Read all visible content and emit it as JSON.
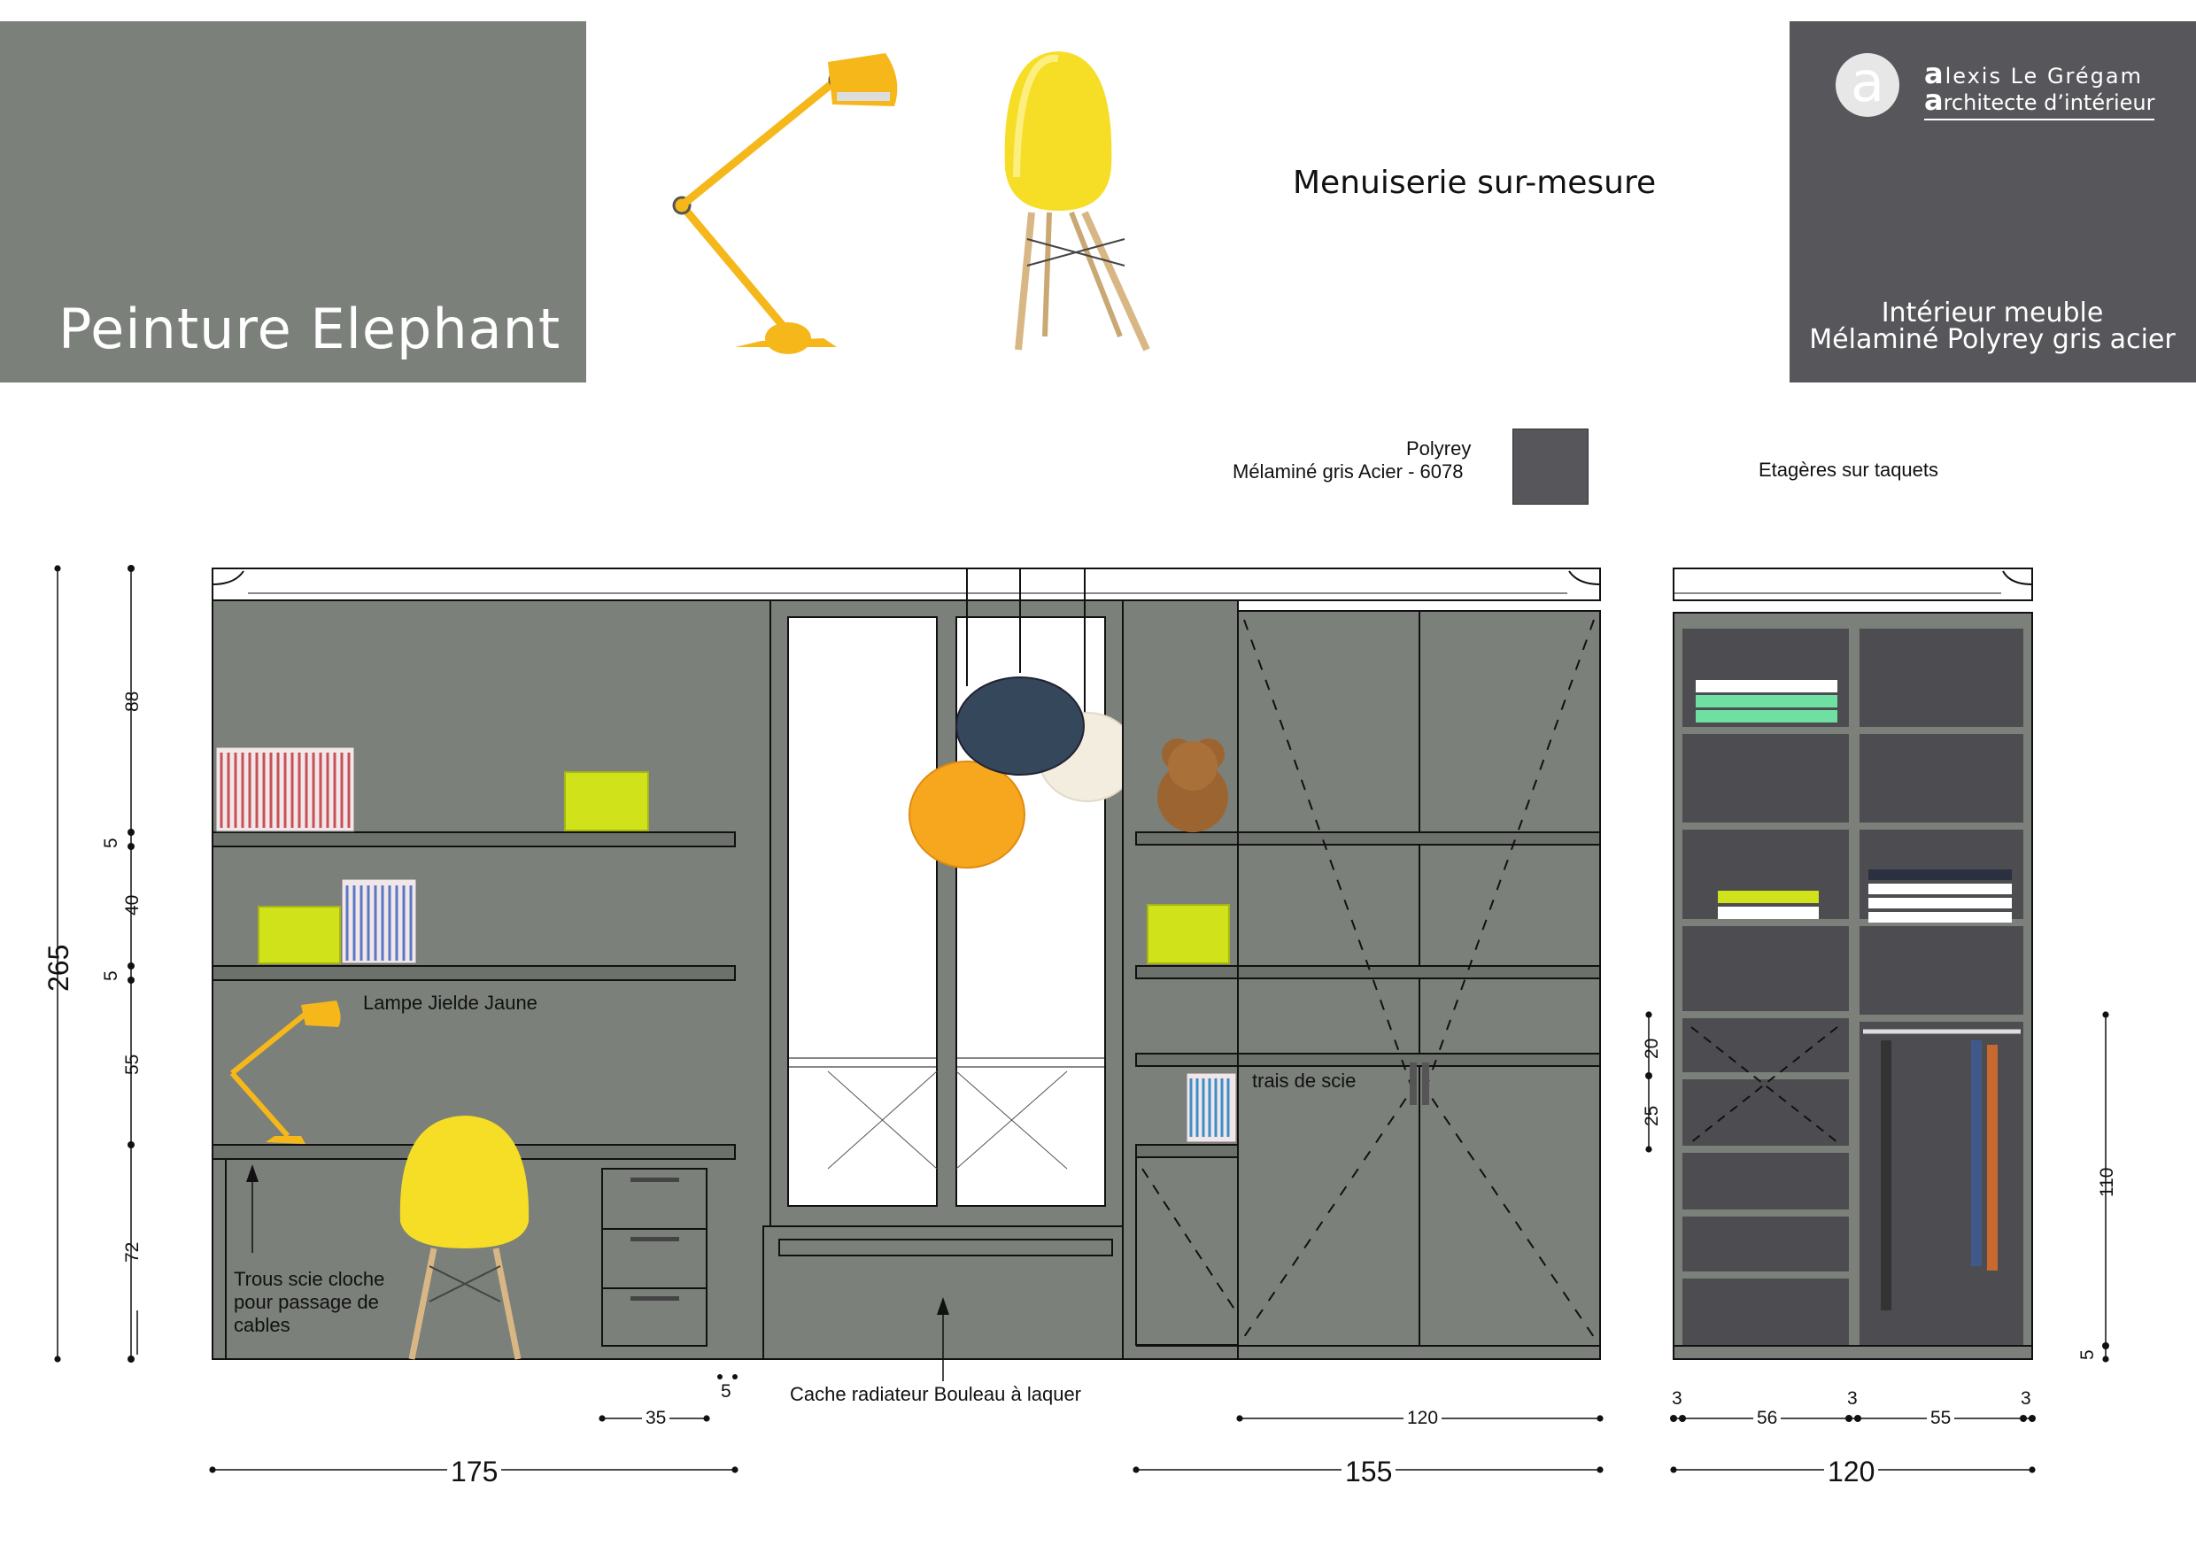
{
  "header": {
    "paint_title": "Peinture Elephant",
    "menu_title": "Menuiserie sur-mesure",
    "brand_first": "lexis Le Grégam",
    "brand_second": "rchitecte d’intérieur",
    "brand_logo_letter": "a",
    "brand_letter_a": "a",
    "interior_line1": "Intérieur meuble",
    "interior_line2": "Mélaminé Polyrey gris acier"
  },
  "legend": {
    "brand": "Polyrey",
    "material": "Mélaminé gris Acier - 6078",
    "swatch_color": "#57565a",
    "shelves_note": "Etagères sur taquets"
  },
  "annotations": {
    "lamp": "Lampe Jielde Jaune",
    "saw": "trais de scie",
    "holes_1": "Trous scie cloche",
    "holes_2": "pour passage de",
    "holes_3": "cables",
    "radiator": "Cache radiateur Bouleau à laquer"
  },
  "dimensions": {
    "total_height": "265",
    "h_top": "88",
    "h_shelf1": "5",
    "h_gap1": "40",
    "h_shelf2": "5",
    "h_gap2": "55",
    "h_desk": "72",
    "w_left": "175",
    "w_drawer": "35",
    "w_gap": "5",
    "w_right": "155",
    "w_doors": "120",
    "w_side": "120",
    "side_panel": "3",
    "side_left_col": "56",
    "side_right_col": "55",
    "drawer_h1": "20",
    "drawer_h2": "25",
    "hang_h": "110",
    "base_h": "5"
  },
  "colors": {
    "cabinet": "#7b807a",
    "dark_interior": "#4d4d51",
    "yellow": "#f5c21b",
    "lime": "#cfe21a"
  }
}
